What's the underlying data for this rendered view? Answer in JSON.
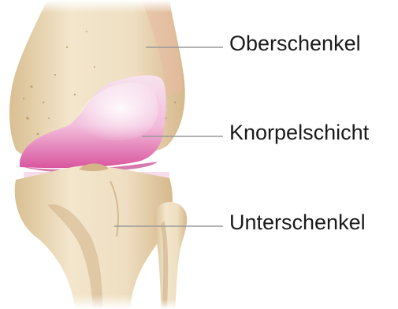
{
  "labels": {
    "femur": "Oberschenkel",
    "cartilage": "Knorpelschicht",
    "tibia": "Unterschenkel"
  },
  "colors": {
    "bone": "#ecdcc0",
    "bone_shadow": "#c9a77a",
    "cartilage": "#d9559e",
    "cartilage_light": "#f5d7ea",
    "leader_line": "#9a9a9a",
    "text": "#1a1a1a"
  }
}
